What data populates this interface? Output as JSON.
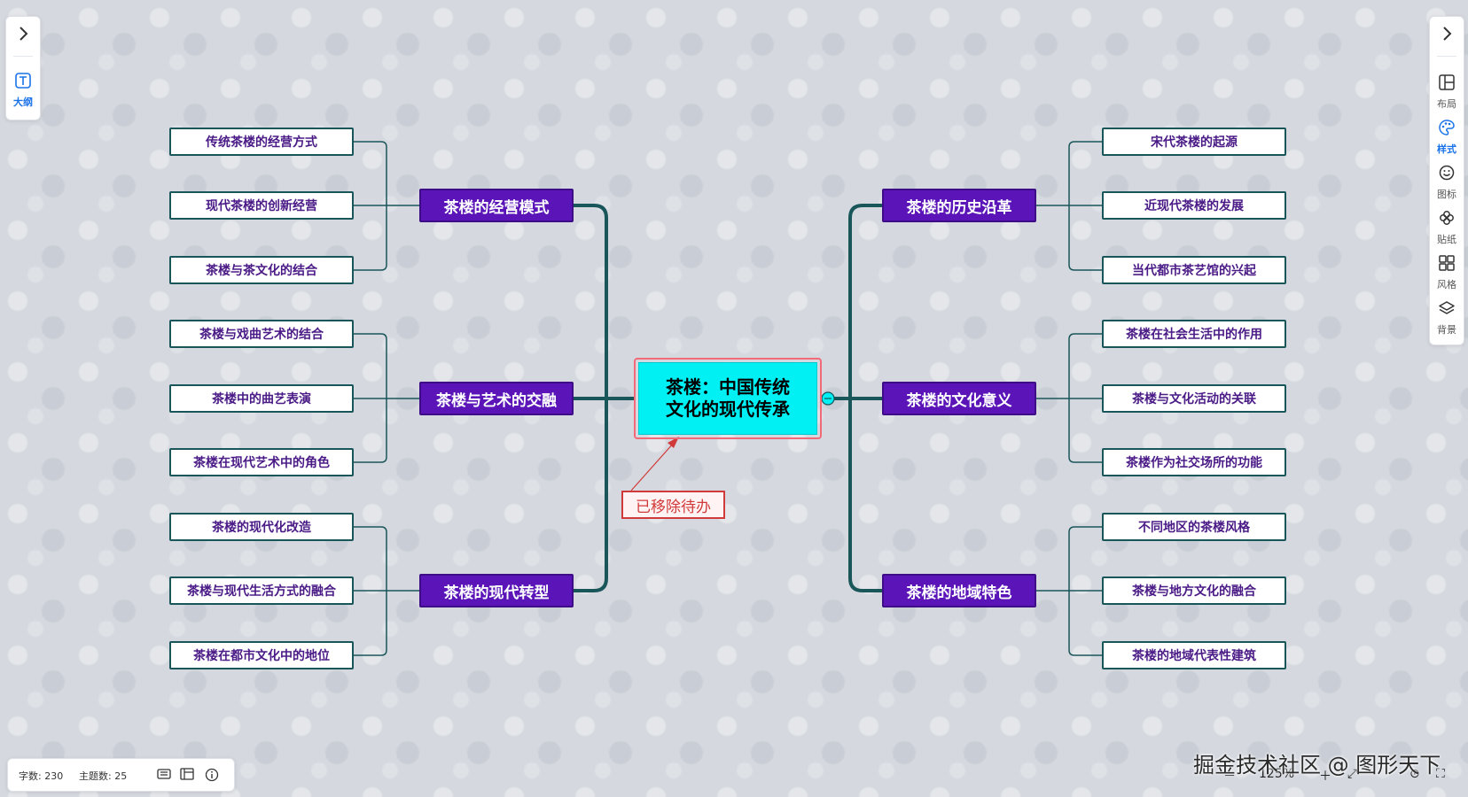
{
  "left_panel": {
    "outline_label": "大纲"
  },
  "right_panel": {
    "items": [
      {
        "label": "布局",
        "icon": "layout-icon"
      },
      {
        "label": "样式",
        "icon": "palette-icon"
      },
      {
        "label": "图标",
        "icon": "smiley-icon"
      },
      {
        "label": "贴纸",
        "icon": "sticker-icon"
      },
      {
        "label": "风格",
        "icon": "grid-style-icon"
      },
      {
        "label": "背景",
        "icon": "layers-icon"
      }
    ]
  },
  "mindmap": {
    "root": {
      "line1": "茶楼：中国传统",
      "line2": "文化的现代传承"
    },
    "note": "已移除待办",
    "left_branches": [
      {
        "title": "茶楼的经营模式",
        "children": [
          "传统茶楼的经营方式",
          "现代茶楼的创新经营",
          "茶楼与茶文化的结合"
        ]
      },
      {
        "title": "茶楼与艺术的交融",
        "children": [
          "茶楼与戏曲艺术的结合",
          "茶楼中的曲艺表演",
          "茶楼在现代艺术中的角色"
        ]
      },
      {
        "title": "茶楼的现代转型",
        "children": [
          "茶楼的现代化改造",
          "茶楼与现代生活方式的融合",
          "茶楼在都市文化中的地位"
        ]
      }
    ],
    "right_branches": [
      {
        "title": "茶楼的历史沿革",
        "children": [
          "宋代茶楼的起源",
          "近现代茶楼的发展",
          "当代都市茶艺馆的兴起"
        ]
      },
      {
        "title": "茶楼的文化意义",
        "children": [
          "茶楼在社会生活中的作用",
          "茶楼与文化活动的关联",
          "茶楼作为社交场所的功能"
        ]
      },
      {
        "title": "茶楼的地域特色",
        "children": [
          "不同地区的茶楼风格",
          "茶楼与地方文化的融合",
          "茶楼的地域代表性建筑"
        ]
      }
    ]
  },
  "status": {
    "word_count": "字数: 230",
    "topic_count": "主题数: 25"
  },
  "zoom": {
    "level": "125%"
  },
  "watermark": "掘金技术社区 @ 图形天下",
  "colors": {
    "branch_fill": "#5a14b8",
    "leaf_text": "#4a1a86",
    "connector": "#19565a",
    "root_fill": "#00f0f4",
    "root_border": "#f26a77",
    "note_red": "#d13a3a",
    "accent": "#1a73e8"
  }
}
